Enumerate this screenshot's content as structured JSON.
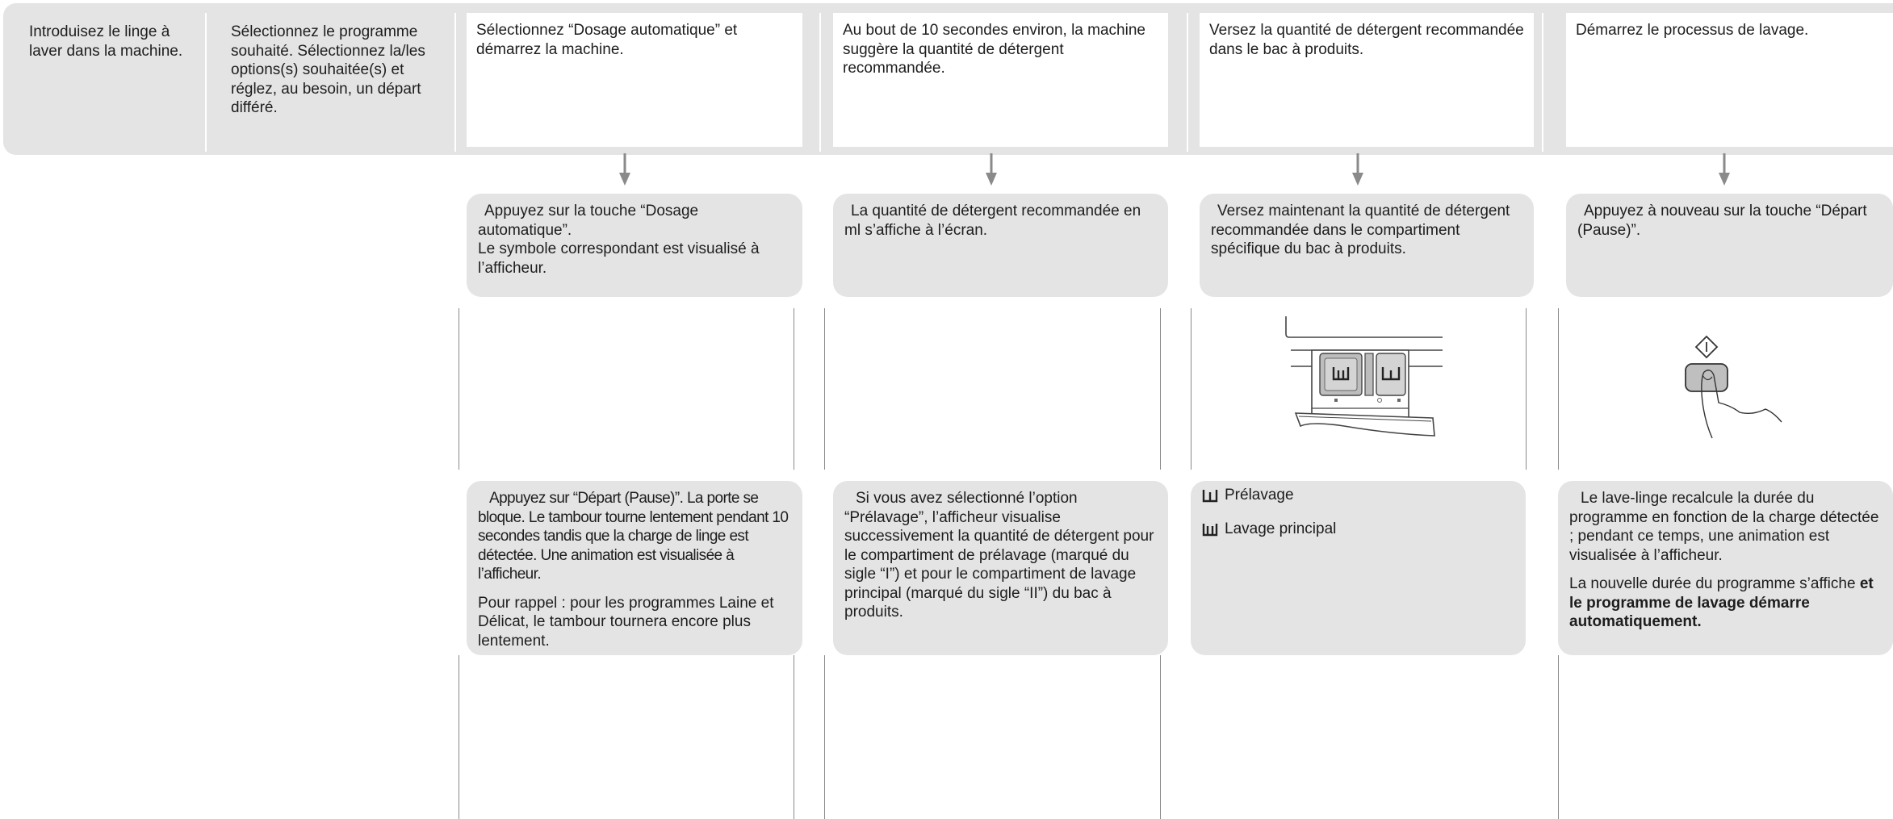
{
  "steps": {
    "s1": "Introduisez le linge à laver dans la machine.",
    "s2": "Sélectionnez le programme souhaité. Sélectionnez la/les options(s) souhaitée(s) et réglez, au besoin, un départ différé.",
    "s3": "Sélectionnez “Dosage automatique” et démarrez la machine.",
    "s4": "Au bout de 10 secondes environ, la machine suggère la quantité de détergent recommandée.",
    "s5": "Versez la quantité de détergent recommandée dans le bac à produits.",
    "s6": "Démarrez le processus de lavage."
  },
  "actions": {
    "a3_l1": "Appuyez sur la touche “Dosage automatique”.",
    "a3_l2": "Le symbole correspondant est visualisé à l’afficheur.",
    "a4": "La quantité de détergent recommandée en ml s’affiche à l’écran.",
    "a5": "Versez maintenant la quantité de détergent recommandée dans le compartiment spécifique du bac à produits.",
    "a6": "Appuyez à nouveau sur la touche “Départ (Pause)”."
  },
  "details": {
    "d3_p1": "Appuyez sur “Départ (Pause)”. La porte se bloque. Le tambour tourne lentement pendant 10 secondes tandis que la charge de linge est détectée. Une animation est visualisée à l’afficheur.",
    "d3_p2": "Pour rappel : pour les programmes Laine et Délicat, le tambour tournera encore plus lentement.",
    "d4": "Si vous avez sélectionné l’option “Prélavage”, l’afficheur visualise successivement la quantité de détergent pour le compartiment de prélavage (marqué du sigle “I”) et pour le compartiment de lavage principal (marqué du sigle “II”) du bac à produits.",
    "legend_prewash": "Prélavage",
    "legend_main": "Lavage principal",
    "d6_p1": "Le lave-linge recalcule la durée du programme en fonction de la charge détectée ; pendant ce temps, une animation est visualisée à l’afficheur.",
    "d6_p2_normal": "La nouvelle durée du programme s’affiche ",
    "d6_p2_bold": "et le programme de lavage démarre automatiquement."
  },
  "icons": {
    "arrow": "down-arrow-icon",
    "drawer": "detergent-drawer-icon",
    "start": "start-pause-button-icon",
    "prewash": "prewash-compartment-icon",
    "main_wash": "main-wash-compartment-icon"
  },
  "colors": {
    "panel_gray": "#e4e4e5",
    "arrow_gray": "#8a8a8a",
    "text": "#1d1d1d"
  }
}
